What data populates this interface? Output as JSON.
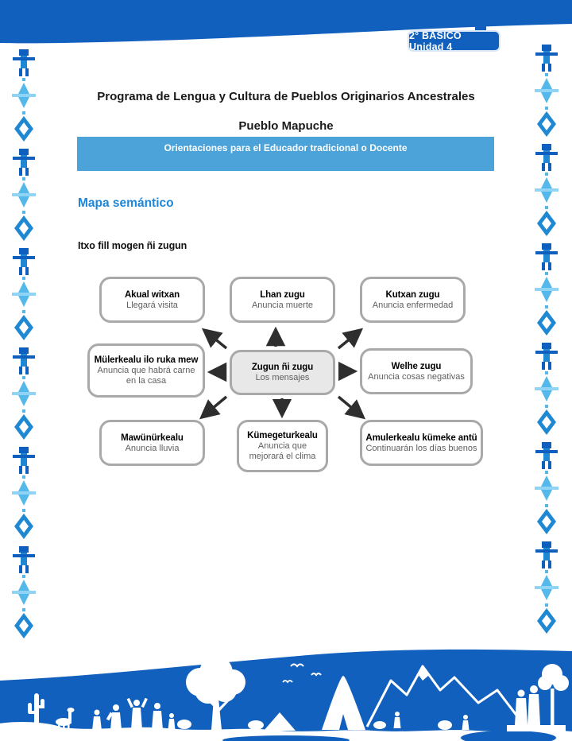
{
  "page": {
    "badge": "2° BÁSICO Unidad 4",
    "title_line1": "Programa de Lengua y Cultura de Pueblos Originarios Ancestrales",
    "title_line2": "Pueblo Mapuche",
    "banner": "Orientaciones para el Educador tradicional o Docente",
    "section_heading": "Mapa semántico",
    "diagram_title": "Itxo fill mogen ñi zugun"
  },
  "colors": {
    "band_blue": "#1160BE",
    "banner_blue": "#4BA3D9",
    "heading_blue": "#1C87D8",
    "box_border_gray": "#A9A9A9",
    "center_box_fill": "#E9E8E8",
    "arrow_dark": "#2E2E2E",
    "ornament_light_blue": "#55B8EA",
    "ornament_mid_blue": "#1E88D2",
    "ornament_dark_blue": "#0F5FBE"
  },
  "diagram": {
    "center": {
      "title": "Zugun ñi zugu",
      "subtitle": "Los mensajes"
    },
    "nodes": [
      {
        "title": "Akual witxan",
        "subtitle": "Llegará visita"
      },
      {
        "title": "Lhan zugu",
        "subtitle": "Anuncia muerte"
      },
      {
        "title": "Kutxan zugu",
        "subtitle": "Anuncia enfermedad"
      },
      {
        "title": "Mülerkealu ilo ruka mew",
        "subtitle": "Anuncia que habrá carne en la casa"
      },
      {
        "title": "Welhe zugu",
        "subtitle": "Anuncia cosas negativas"
      },
      {
        "title": "Mawünürkealu",
        "subtitle": "Anuncia lluvia"
      },
      {
        "title": "Kümegeturkealu",
        "subtitle": "Anuncia que mejorará el clima"
      },
      {
        "title": "Amulerkealu kümeke antü",
        "subtitle": "Continuarán los días buenos"
      }
    ]
  }
}
